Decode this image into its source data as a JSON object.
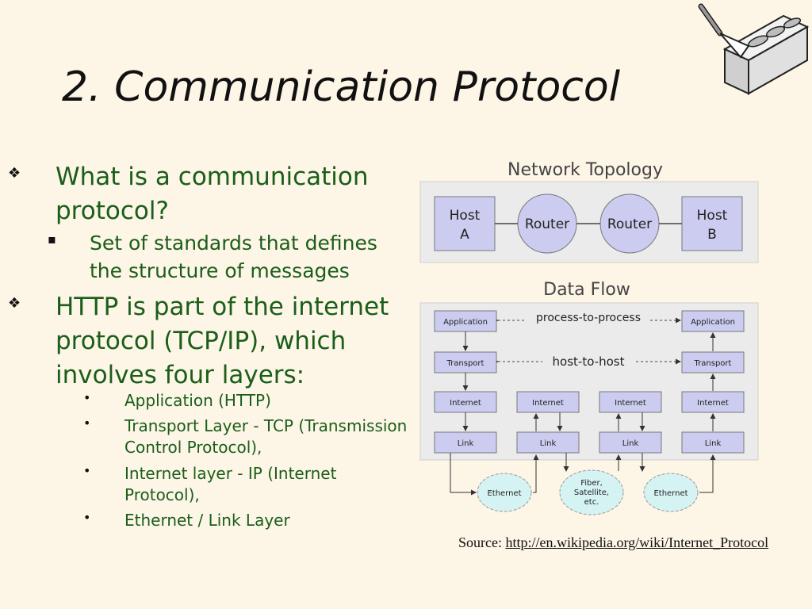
{
  "slide": {
    "title": "2. Communication Protocol",
    "bullets": {
      "q1": "What is a communication protocol?",
      "q1_sub": "Set of standards that defines the structure of messages",
      "q2": "HTTP is part of the internet protocol (TCP/IP), which involves four layers:",
      "layers": [
        "Application (HTTP)",
        "Transport Layer  - TCP (Transmission Control Protocol),",
        "Internet layer - IP (Internet Protocol),",
        "Ethernet / Link Layer"
      ]
    },
    "source_label": "Source:",
    "source_link": "http://en.wikipedia.org/wiki/Internet_Protocol"
  },
  "diagram": {
    "topology_title": "Network Topology",
    "host_a": [
      "Host",
      "A"
    ],
    "router": "Router",
    "host_b": [
      "Host",
      "B"
    ],
    "dataflow_title": "Data Flow",
    "process_to_process": "process-to-process",
    "host_to_host": "host-to-host",
    "application": "Application",
    "transport": "Transport",
    "internet": "Internet",
    "link": "Link",
    "ethernet": "Ethernet",
    "fiber": [
      "Fiber,",
      "Satellite,",
      "etc."
    ]
  },
  "colors": {
    "background": "#fdf5e6",
    "bullet_text": "#1a5e1a",
    "box_fill": "#ccccf0",
    "panel_fill": "#ebebeb"
  },
  "icons": {
    "logo": "brick-trowel-icon"
  }
}
